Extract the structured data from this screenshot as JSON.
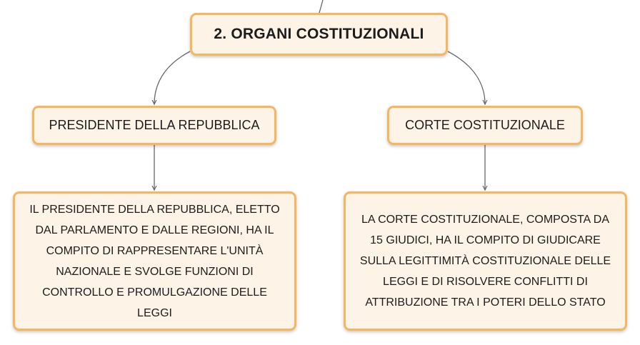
{
  "title": "2. ORGANI COSTITUZIONALI",
  "branches": [
    {
      "heading": "PRESIDENTE DELLA REPUBBLICA",
      "lines": [
        "IL PRESIDENTE DELLA REPUBBLICA, ELETTO",
        "DAL PARLAMENTO E DALLE REGIONI, HA IL",
        "COMPITO DI RAPPRESENTARE L'UNITÀ",
        "NAZIONALE E SVOLGE FUNZIONI DI",
        "CONTROLLO E PROMULGAZIONE DELLE",
        "LEGGI"
      ]
    },
    {
      "heading": "CORTE COSTITUZIONALE",
      "lines": [
        "LA CORTE COSTITUZIONALE, COMPOSTA DA",
        "15 GIUDICI, HA IL COMPITO DI GIUDICARE",
        "SULLA LEGITTIMITÀ COSTITUZIONALE DELLE",
        "LEGGI E DI RISOLVERE CONFLITTI DI",
        "ATTRIBUZIONE TRA I POTERI DELLO STATO"
      ]
    }
  ],
  "colors": {
    "node_border": "#f6b55f",
    "node_fill": "#fdf3e6",
    "connector": "#666666"
  }
}
